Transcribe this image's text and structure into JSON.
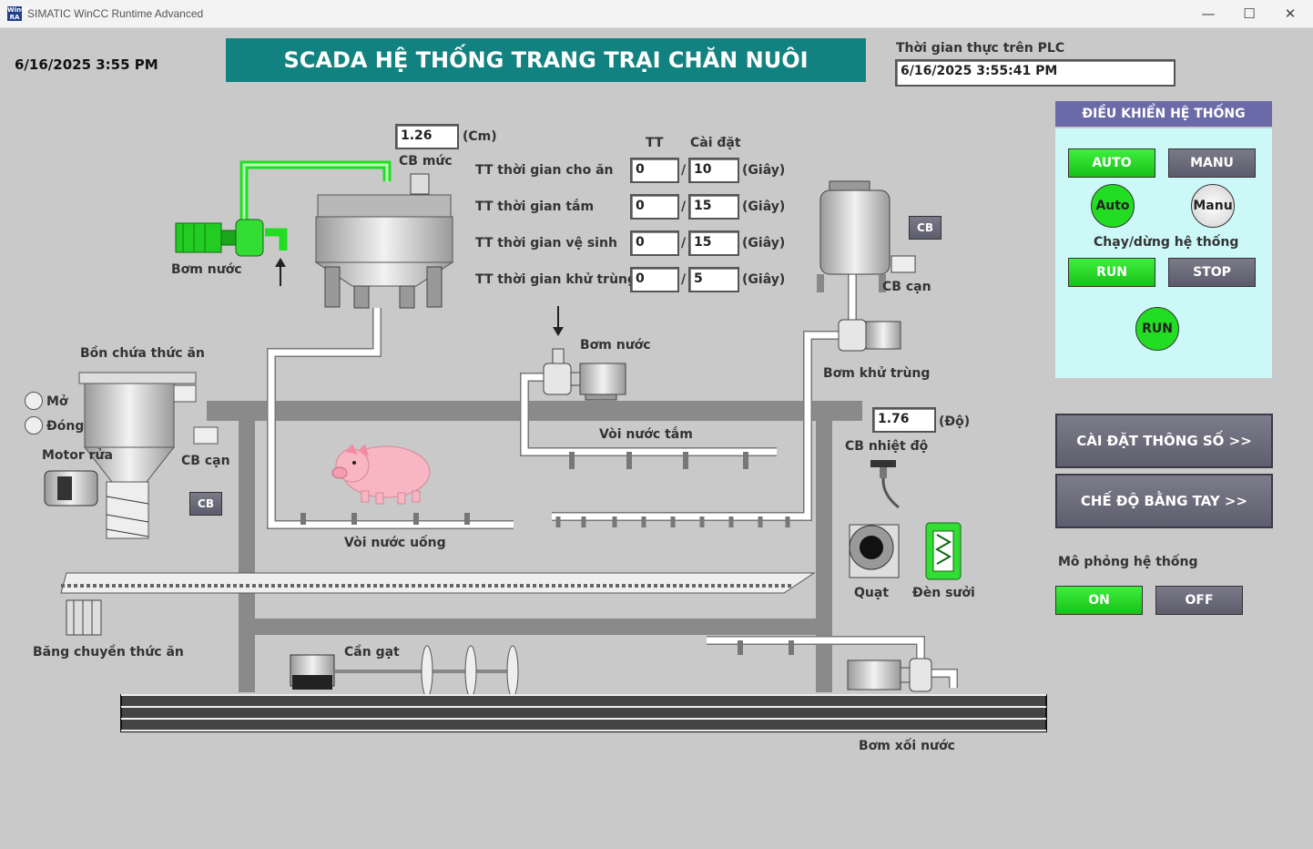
{
  "window": {
    "title": "SIMATIC WinCC Runtime Advanced",
    "icon_text": "WinCC RA"
  },
  "header": {
    "date_time": "6/16/2025 3:55 PM",
    "banner": "SCADA HỆ THỐNG TRANG TRẠI CHĂN NUÔI"
  },
  "plc_time": {
    "label": "Thời gian thực trên PLC",
    "value": "6/16/2025 3:55:41 PM"
  },
  "level_sensor": {
    "value": "1.26",
    "unit": "(Cm)",
    "label": "CB mức"
  },
  "timers": {
    "col_tt": "TT",
    "col_setting": "Cài đặt",
    "rows": [
      {
        "label": "TT thời gian cho ăn",
        "tt": "0",
        "set": "10",
        "unit": "(Giây)"
      },
      {
        "label": "TT thời gian tắm",
        "tt": "0",
        "set": "15",
        "unit": "(Giây)"
      },
      {
        "label": "TT thời gian vệ sinh",
        "tt": "0",
        "set": "15",
        "unit": "(Giây)"
      },
      {
        "label": "TT thời gian khử trùng",
        "tt": "0",
        "set": "5",
        "unit": "(Giây)"
      }
    ]
  },
  "equipment": {
    "water_pump_top": "Bơm nước",
    "water_pump_mid": "Bơm nước",
    "disinfect_pump": "Bơm khử trùng",
    "cb_low_right": "CB cạn",
    "cb_right": "CB",
    "feed_tank": "Bồn chứa thức ăn",
    "open": "Mở",
    "close": "Đóng",
    "motor": "Motor rửa",
    "cb_low_left": "CB cạn",
    "cb_left": "CB",
    "bath_nozzle": "Vòi nước tắm",
    "drink_nozzle": "Vòi nước uống",
    "temp_value": "1.76",
    "temp_unit": "(Độ)",
    "temp_label": "CB nhiệt độ",
    "fan": "Quạt",
    "heater": "Đèn sưởi",
    "conveyor": "Băng chuyền thức ăn",
    "scraper": "Cần gạt",
    "flush_pump": "Bơm xối nước"
  },
  "control": {
    "title": "ĐIỀU KHIỂN HỆ THỐNG",
    "auto_btn": "AUTO",
    "manu_btn": "MANU",
    "auto_lamp": "Auto",
    "manu_lamp": "Manu",
    "run_stop_label": "Chạy/dừng hệ thống",
    "run_btn": "RUN",
    "stop_btn": "STOP",
    "run_lamp": "RUN"
  },
  "nav": {
    "settings": "CÀI ĐẶT THÔNG SỐ >>",
    "manual": "CHẾ ĐỘ BẰNG TAY >>"
  },
  "simulation": {
    "label": "Mô phỏng hệ thống",
    "on": "ON",
    "off": "OFF"
  },
  "colors": {
    "banner": "#128280",
    "active_green": "#22dd22",
    "panel_bg": "#ccf8f8",
    "panel_title": "#6a6aa8"
  }
}
